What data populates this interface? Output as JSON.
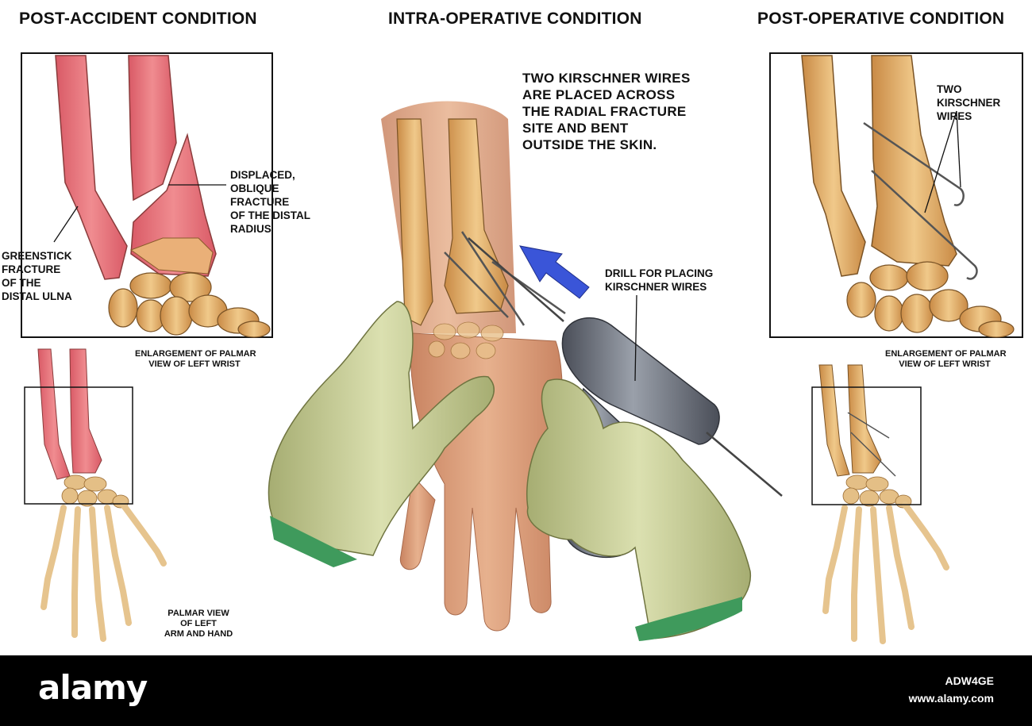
{
  "panels": {
    "left_title": "POST-ACCIDENT CONDITION",
    "center_title": "INTRA-OPERATIVE CONDITION",
    "right_title": "POST-OPERATIVE CONDITION"
  },
  "labels": {
    "displaced": [
      "DISPLACED,",
      "OBLIQUE",
      "FRACTURE",
      "OF THE DISTAL",
      "RADIUS"
    ],
    "greenstick": [
      "GREENSTICK",
      "FRACTURE",
      "OF THE",
      "DISTAL ULNA"
    ],
    "enlargement_left": [
      "ENLARGEMENT OF PALMAR",
      "VIEW OF LEFT WRIST"
    ],
    "palmar_view": [
      "PALMAR VIEW",
      "OF LEFT",
      "ARM AND HAND"
    ],
    "kwires_note": [
      "TWO KIRSCHNER WIRES",
      "ARE PLACED ACROSS",
      "THE RADIAL FRACTURE",
      "SITE AND BENT",
      "OUTSIDE THE SKIN."
    ],
    "drill": [
      "DRILL FOR PLACING",
      "KIRSCHNER WIRES"
    ],
    "two_kwires": [
      "TWO",
      "KIRSCHNER",
      "WIRES"
    ],
    "enlargement_right": [
      "ENLARGEMENT OF PALMAR",
      "VIEW OF LEFT WRIST"
    ]
  },
  "footer": {
    "logo": "alamy",
    "image_id": "ADW4GE",
    "url": "www.alamy.com"
  },
  "colors": {
    "bone": "#e2b06c",
    "injured_bone": "#e0707a",
    "skin": "#d8a07c",
    "glove": "#c8cf98",
    "drill": "#6a6f7a",
    "arrow": "#3a55d8"
  }
}
